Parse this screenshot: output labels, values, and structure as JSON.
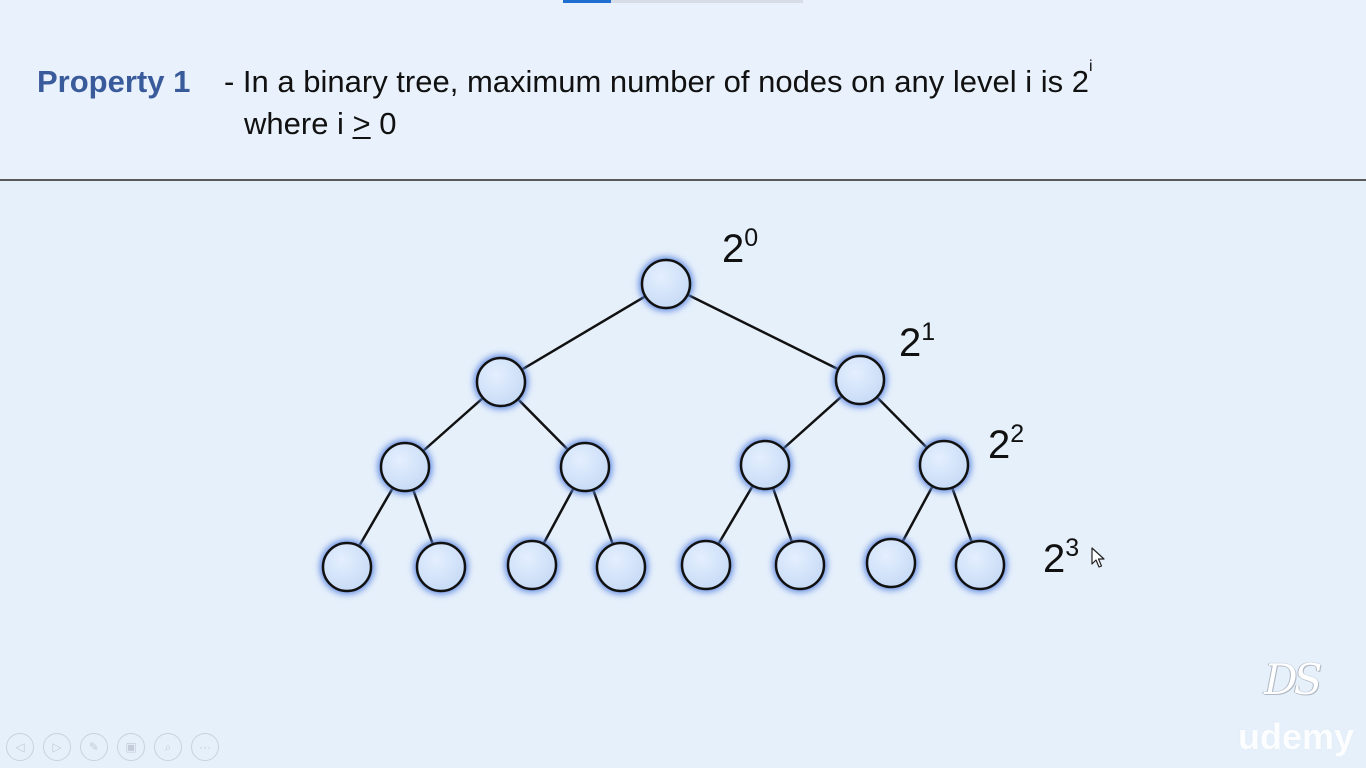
{
  "slide": {
    "property_label": "Property 1",
    "line1": "- In a binary tree, maximum number of nodes on any level i is 2",
    "line1_exponent": "i",
    "line2_prefix": "where i ",
    "line2_symbol": ">",
    "line2_suffix": " 0"
  },
  "tree": {
    "levels": [
      {
        "base": "2",
        "exponent": "0",
        "node_count": 1
      },
      {
        "base": "2",
        "exponent": "1",
        "node_count": 2
      },
      {
        "base": "2",
        "exponent": "2",
        "node_count": 4
      },
      {
        "base": "2",
        "exponent": "3",
        "node_count": 8
      }
    ]
  },
  "branding": {
    "logo_initials": "DS",
    "logo_name": "udemy"
  },
  "player": {
    "progress": 0.2,
    "controls": [
      {
        "icon": "previous-icon",
        "glyph": "◁"
      },
      {
        "icon": "next-icon",
        "glyph": "▷"
      },
      {
        "icon": "pen-icon",
        "glyph": "✎"
      },
      {
        "icon": "slides-icon",
        "glyph": "▣"
      },
      {
        "icon": "zoom-icon",
        "glyph": "⌕"
      },
      {
        "icon": "more-icon",
        "glyph": "···"
      }
    ]
  },
  "colors": {
    "background": "#e6f0fb",
    "heading": "#3a5b9b",
    "node_fill": "#cfe0f6",
    "node_glow": "#5b86e0"
  }
}
